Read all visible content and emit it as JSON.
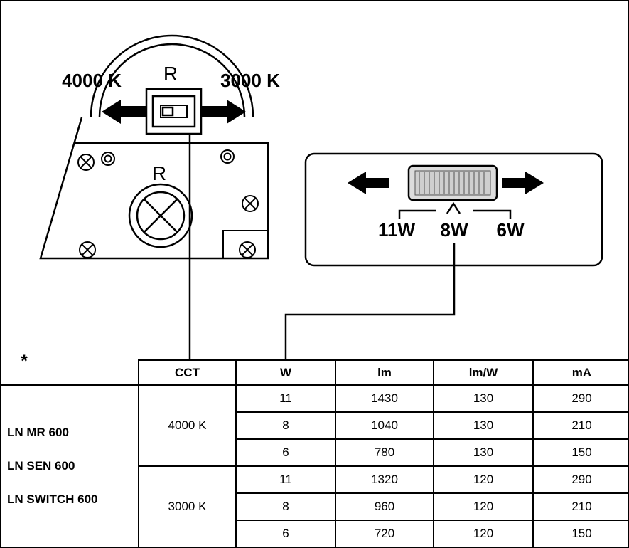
{
  "diagram": {
    "cct_selector": {
      "left_label": "4000 K",
      "right_label": "3000 K",
      "r_label": "R"
    },
    "body": {
      "r_label": "R"
    },
    "wattage_selector": {
      "labels": [
        "11W",
        "8W",
        "6W"
      ]
    },
    "footnote_marker": "*"
  },
  "table": {
    "headers": [
      "CCT",
      "W",
      "lm",
      "lm/W",
      "mA"
    ],
    "products": [
      "LN MR 600",
      "LN SEN 600",
      "LN SWITCH 600"
    ],
    "groups": [
      {
        "cct": "4000 K",
        "rows": [
          {
            "w": "11",
            "lm": "1430",
            "lm_w": "130",
            "ma": "290"
          },
          {
            "w": "8",
            "lm": "1040",
            "lm_w": "130",
            "ma": "210"
          },
          {
            "w": "6",
            "lm": "780",
            "lm_w": "130",
            "ma": "150"
          }
        ]
      },
      {
        "cct": "3000 K",
        "rows": [
          {
            "w": "11",
            "lm": "1320",
            "lm_w": "120",
            "ma": "290"
          },
          {
            "w": "8",
            "lm": "960",
            "lm_w": "120",
            "ma": "210"
          },
          {
            "w": "6",
            "lm": "720",
            "lm_w": "120",
            "ma": "150"
          }
        ]
      }
    ]
  },
  "colors": {
    "line": "#000000",
    "slider_fill": "#dcdcdc",
    "slider_ridge": "#7d7d7d"
  }
}
